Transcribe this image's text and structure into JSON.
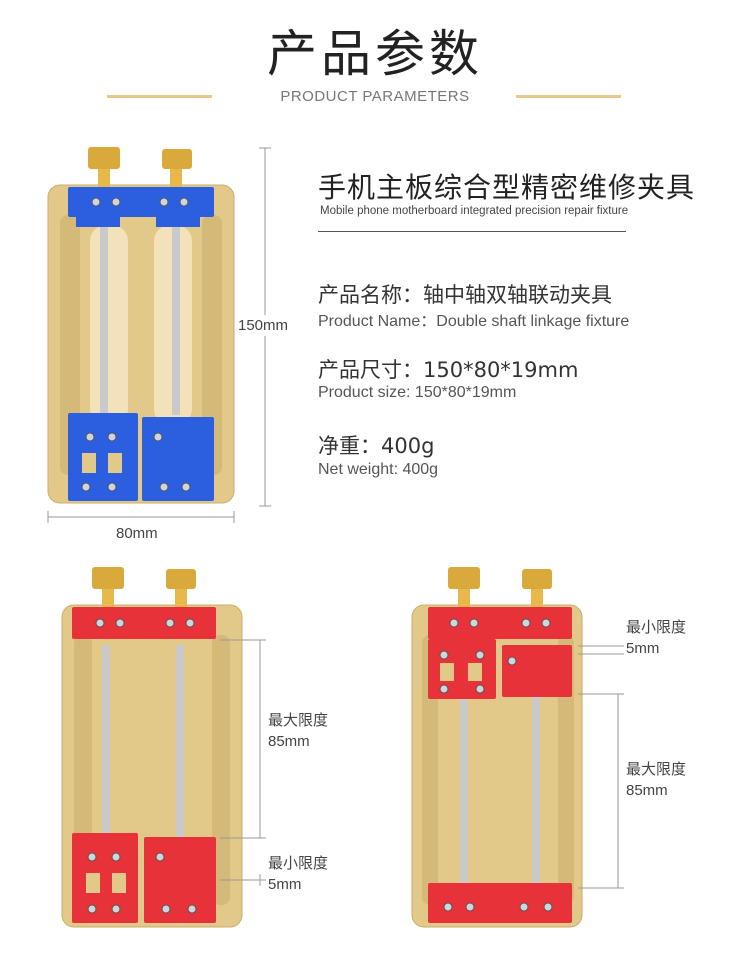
{
  "header": {
    "title_zh": "产品参数",
    "title_en": "PRODUCT PARAMETERS"
  },
  "dimensions": {
    "height": "150mm",
    "width": "80mm"
  },
  "product": {
    "title_zh": "手机主板综合型精密维修夹具",
    "title_en": "Mobile phone motherboard integrated precision repair fixture",
    "name_zh": "产品名称：轴中轴双轴联动夹具",
    "name_en": "Product Name：Double shaft linkage fixture",
    "size_zh": "产品尺寸：150*80*19mm",
    "size_en": "Product size: 150*80*19mm",
    "weight_zh": "净重：400g",
    "weight_en": "Net weight: 400g"
  },
  "demo_left": {
    "max_label": "最大限度",
    "max_value": "85mm",
    "min_label": "最小限度",
    "min_value": "5mm"
  },
  "demo_right": {
    "min_label": "最小限度",
    "min_value": "5mm",
    "max_label": "最大限度",
    "max_value": "85mm"
  },
  "colors": {
    "accent_bar": "#e8c78a",
    "gold_base": "#e2c98a",
    "blue_clamp": "#2c5fe0",
    "red_clamp": "#e8323a"
  }
}
